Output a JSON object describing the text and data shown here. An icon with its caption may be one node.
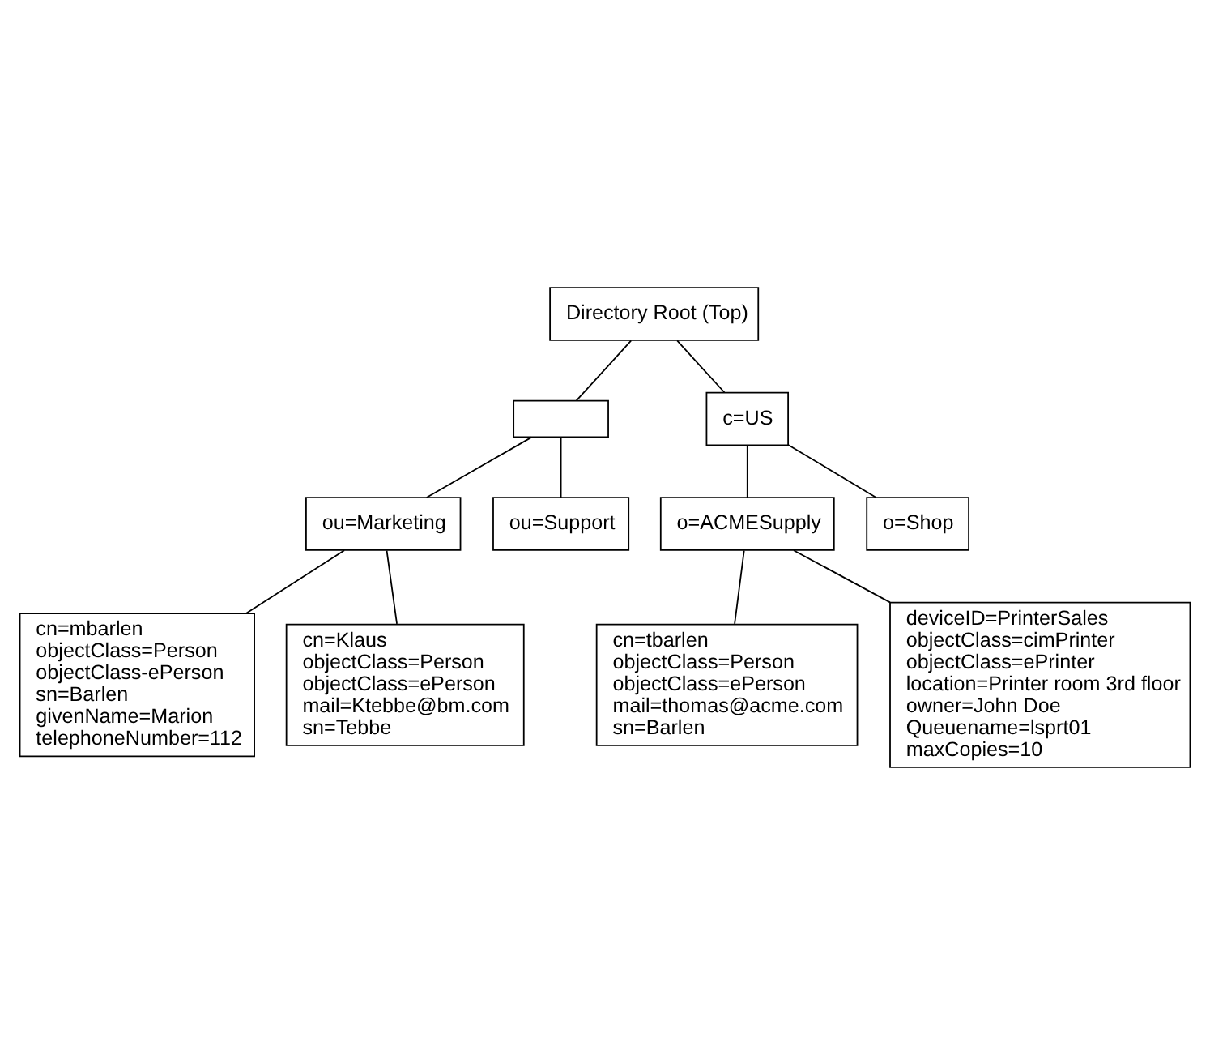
{
  "diagram": {
    "nodes": [
      {
        "text": [
          "Directory Root (Top)"
        ]
      },
      {
        "text": [],
        "shape": "box"
      },
      {
        "text": [
          "c=US"
        ]
      },
      {
        "text": [
          "ou=Marketing"
        ]
      },
      {
        "text": [
          "ou=Support"
        ]
      },
      {
        "text": [
          "o=ACMESupply"
        ]
      },
      {
        "text": [
          "o=Shop"
        ]
      },
      {
        "text": [
          "cn=mbarlen",
          "objectClass=Person",
          "objectClass-ePerson",
          "sn=Barlen",
          "givenName=Marion",
          "telephoneNumber=112"
        ]
      },
      {
        "text": [
          "cn=Klaus",
          "objectClass=Person",
          "objectClass=ePerson",
          "mail=Ktebbe@bm.com",
          "sn=Tebbe"
        ]
      },
      {
        "text": [
          "cn=tbarlen",
          "objectClass=Person",
          "objectClass=ePerson",
          "mail=thomas@acme.com",
          "sn=Barlen"
        ]
      },
      {
        "text": [
          "deviceID=PrinterSales",
          "objectClass=cimPrinter",
          "objectClass=ePrinter",
          "location=Printer room 3rd floor",
          "owner=John Doe",
          "Queuename=lsprt01",
          "maxCopies=10"
        ]
      }
    ],
    "edges": [
      {
        "from": 0,
        "to": 1,
        "arrow": "none"
      },
      {
        "from": 0,
        "to": 2,
        "arrow": "none"
      },
      {
        "from": 1,
        "to": 3,
        "arrow": "none"
      },
      {
        "from": 1,
        "to": 4,
        "arrow": "none"
      },
      {
        "from": 2,
        "to": 5,
        "arrow": "none"
      },
      {
        "from": 2,
        "to": 6,
        "arrow": "none"
      },
      {
        "from": 3,
        "to": 7,
        "arrow": "none"
      },
      {
        "from": 3,
        "to": 8,
        "arrow": "none"
      },
      {
        "from": 5,
        "to": 9,
        "arrow": "none"
      },
      {
        "from": 5,
        "to": 10,
        "arrow": "none"
      }
    ]
  }
}
